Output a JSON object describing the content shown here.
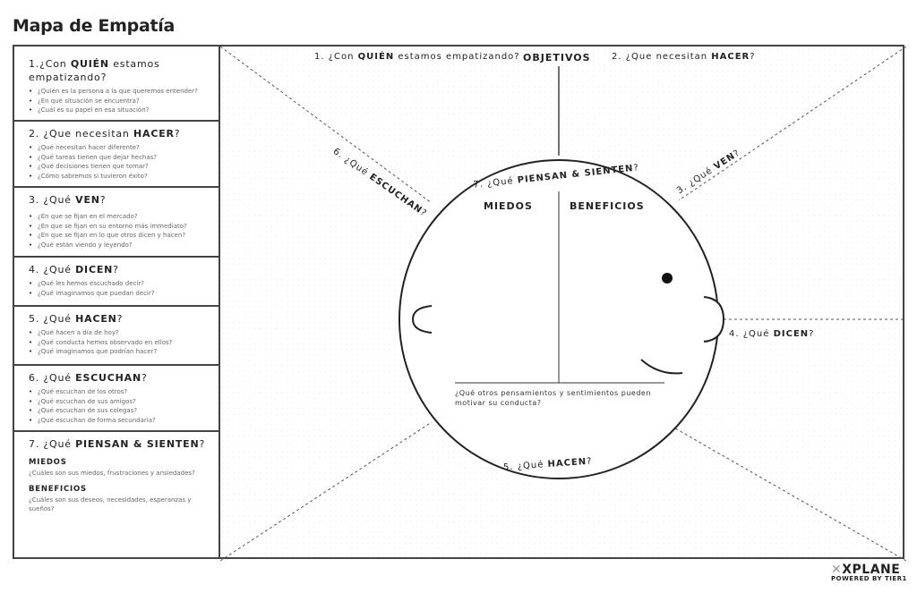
{
  "title": "Mapa de Empatía",
  "sections": [
    {
      "num": "1.¿Con ",
      "key": "QUIÉN",
      "rest": " estamos empatizando?",
      "items": [
        "¿Quién es la persona a la que queremos entender?",
        "¿En qué situación se encuentra?",
        "¿Cuál es su papel en esa situación?"
      ]
    },
    {
      "num": "2. ¿Que necesitan ",
      "key": "HACER",
      "rest": "?",
      "items": [
        "¿Qué necesitan hacer diferente?",
        "¿Qué tareas tienen que dejar hechas?",
        "¿Qué decisiones tienen que tomar?",
        "¿Cómo sabremos si tuvieron éxito?"
      ]
    },
    {
      "num": "3. ¿Qué ",
      "key": "VEN",
      "rest": "?",
      "items": [
        "¿En que se fijan en el mercado?",
        "¿En que se fijan en su entorno más immediato?",
        "¿En que se fijan en lo que otros dicen y hacen?",
        "¿Qué están viendo y leyendo?"
      ]
    },
    {
      "num": "4. ¿Qué ",
      "key": "DICEN",
      "rest": "?",
      "items": [
        "¿Qué les hemos escuchado decir?",
        "¿Qué imaginamos que puedan decir?"
      ]
    },
    {
      "num": "5. ¿Qué ",
      "key": "HACEN",
      "rest": "?",
      "items": [
        "¿Qué hacen a día de hoy?",
        "¿Qué conducta hemos observado en ellos?",
        "¿Qué imaginamos que podrían hacer?"
      ]
    },
    {
      "num": "6. ¿Qué ",
      "key": "ESCUCHAN",
      "rest": "?",
      "items": [
        "¿Qué escuchan de los otros?",
        "¿Qué escuchan de sus amigos?",
        "¿Qué escuchan de sus colegas?",
        "¿Qué escuchan de forma secundaria?"
      ]
    },
    {
      "num": "7. ¿Qué ",
      "key": "PIENSAN & SIENTEN",
      "rest": "?",
      "miedos": "MIEDOS",
      "miedos_text": "¿Cuáles son sus miedos, frustraciones y ansiedades?",
      "beneficios": "BENEFICIOS",
      "beneficios_text": "¿Cuáles son sus deseos, necesidades, esperanzas y sueños?"
    }
  ],
  "canvas": {
    "l1a": "1. ¿Con ",
    "l1b": "QUIÉN",
    "l1c": " estamos empatizando?",
    "objetivos": "OBJETIVOS",
    "l2a": "2. ¿Que necesitan ",
    "l2b": "HACER",
    "l2c": "?",
    "l3a": "3. ¿Qué ",
    "l3b": "VEN",
    "l3c": "?",
    "l4a": "4. ¿Qué ",
    "l4b": "DICEN",
    "l4c": "?",
    "l5a": "5. ¿Qué ",
    "l5b": "HACEN",
    "l5c": "?",
    "l6a": "6. ¿Qué ",
    "l6b": "ESCUCHAN",
    "l6c": "?",
    "l7a": "7. ¿Qué ",
    "l7b": "PIENSAN & SIENTEN",
    "l7c": "?",
    "miedos": "MIEDOS",
    "beneficios": "BENEFICIOS",
    "otros": "¿Qué otros pensamientos y sentimientos pueden motivar su conducta?"
  },
  "logo": {
    "name": "XPLANE",
    "sub": "POWERED BY TIER1"
  }
}
